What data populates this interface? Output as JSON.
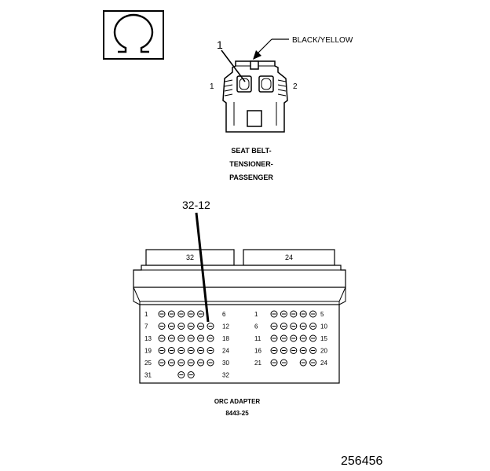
{
  "symbol_icon": "ohm-symbol-icon",
  "top_connector": {
    "callout": "1",
    "wire_label": "BLACK/YELLOW",
    "pin_left": "1",
    "pin_right": "2",
    "name_lines": [
      "SEAT BELT-",
      "TENSIONER-",
      "PASSENGER"
    ]
  },
  "bottom_connector": {
    "callout": "32-12",
    "tab_left": "32",
    "tab_right": "24",
    "left_rows": [
      {
        "start": "1",
        "end": "6",
        "pins": 5
      },
      {
        "start": "7",
        "end": "12",
        "pins": 6
      },
      {
        "start": "13",
        "end": "18",
        "pins": 6
      },
      {
        "start": "19",
        "end": "24",
        "pins": 6
      },
      {
        "start": "25",
        "end": "30",
        "pins": 6
      },
      {
        "start": "31",
        "end": "32",
        "pins": 2
      }
    ],
    "right_rows": [
      {
        "start": "1",
        "end": "5",
        "pins": 5
      },
      {
        "start": "6",
        "end": "10",
        "pins": 5
      },
      {
        "start": "11",
        "end": "15",
        "pins": 5
      },
      {
        "start": "16",
        "end": "20",
        "pins": 5
      },
      {
        "start": "21",
        "end": "24",
        "pins": 4
      }
    ],
    "name": "ORC ADAPTER",
    "part_number": "8443-25"
  },
  "figure_number": "256456"
}
